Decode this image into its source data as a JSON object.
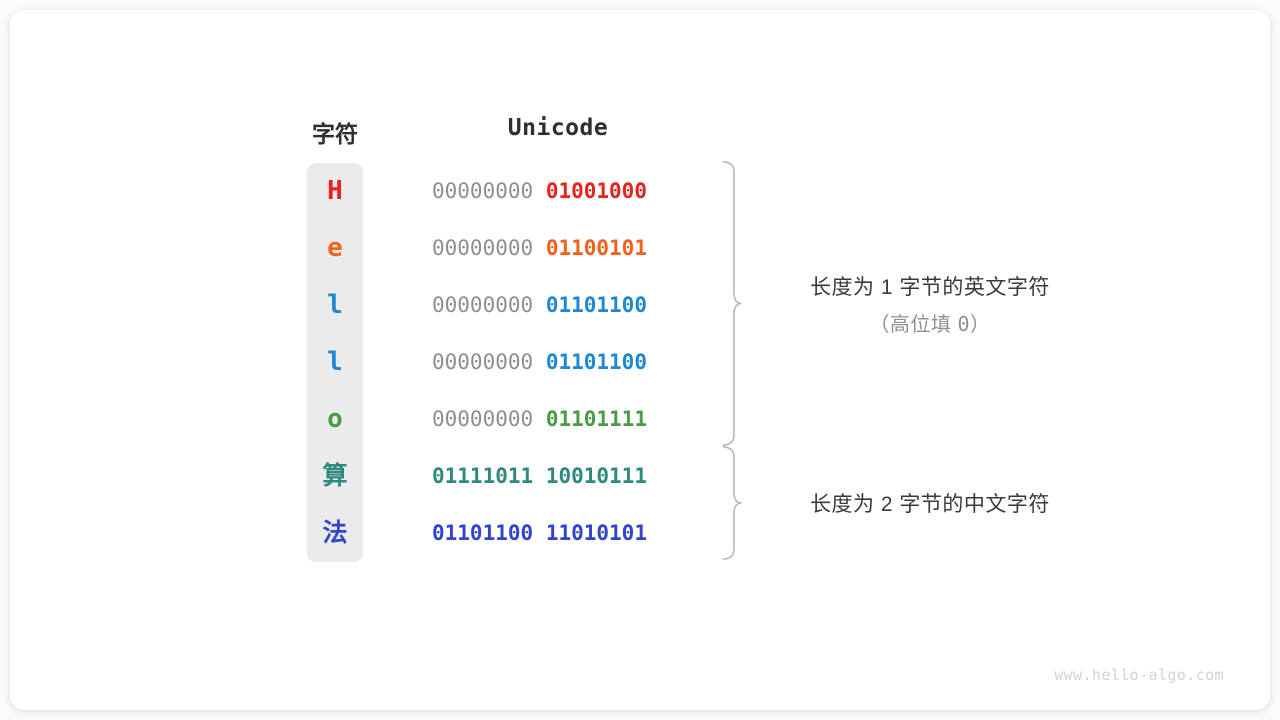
{
  "figure": {
    "headers": {
      "character": "字符",
      "encoding": "Unicode"
    },
    "watermark": "www.hello-algo.com",
    "colors": {
      "card_bg": "#ffffff",
      "page_bg": "#fbfbfb",
      "pill_bg": "#ebebeb",
      "high_byte_gray": "#8f8f8f",
      "brace": "#b8b8b8",
      "note_primary": "#3a3a3a",
      "note_secondary": "#909090",
      "watermark": "#d2d2d2"
    },
    "rows": [
      {
        "char": "H",
        "color": "#e8231e",
        "high_byte": "00000000",
        "low_byte": "01001000",
        "high_lit": false,
        "cjk": false
      },
      {
        "char": "e",
        "color": "#f2611e",
        "high_byte": "00000000",
        "low_byte": "01100101",
        "high_lit": false,
        "cjk": false
      },
      {
        "char": "l",
        "color": "#1e88d4",
        "high_byte": "00000000",
        "low_byte": "01101100",
        "high_lit": false,
        "cjk": false
      },
      {
        "char": "l",
        "color": "#1e88d4",
        "high_byte": "00000000",
        "low_byte": "01101100",
        "high_lit": false,
        "cjk": false
      },
      {
        "char": "o",
        "color": "#4a9a48",
        "high_byte": "00000000",
        "low_byte": "01101111",
        "high_lit": false,
        "cjk": false
      },
      {
        "char": "算",
        "color": "#2f8a7e",
        "high_byte": "01111011",
        "low_byte": "10010111",
        "high_lit": true,
        "cjk": true
      },
      {
        "char": "法",
        "color": "#3344cc",
        "high_byte": "01101100",
        "low_byte": "11010101",
        "high_lit": true,
        "cjk": true
      }
    ],
    "annotations": [
      {
        "line1": "长度为 1 字节的英文字符",
        "line2_prefix": "（高位填 ",
        "line2_value": "0",
        "line2_suffix": "）",
        "span_rows": [
          1,
          5
        ]
      },
      {
        "line1": "长度为 2 字节的中文字符",
        "line2_prefix": "",
        "line2_value": "",
        "line2_suffix": "",
        "span_rows": [
          6,
          7
        ]
      }
    ]
  }
}
